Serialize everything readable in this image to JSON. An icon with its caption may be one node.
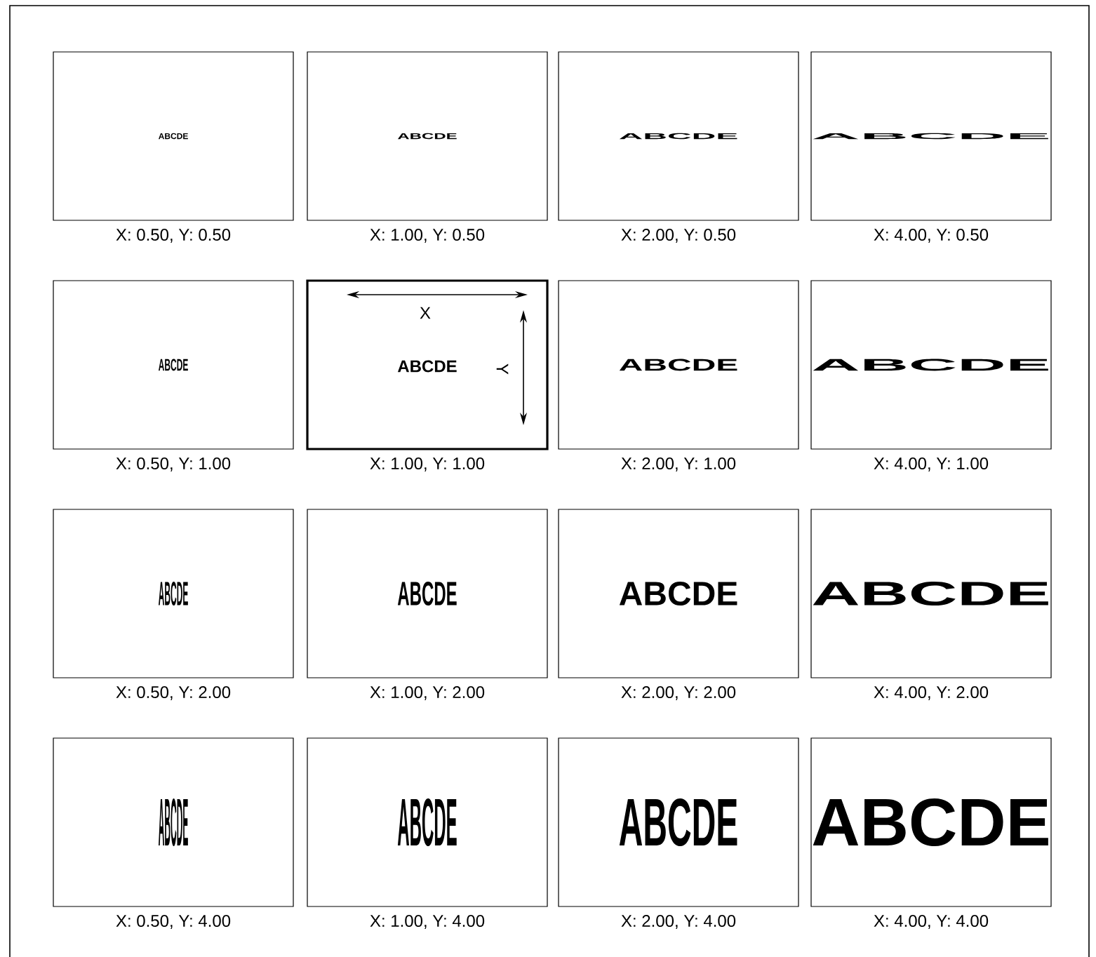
{
  "diagram": {
    "nodes": [
      {
        "text": [
          "ABCDE"
        ],
        "beside": [
          "X: 0.50, Y: 0.50"
        ]
      },
      {
        "text": [
          "ABCDE"
        ],
        "beside": [
          "X: 1.00, Y: 0.50"
        ]
      },
      {
        "text": [
          "ABCDE"
        ],
        "beside": [
          "X: 2.00, Y: 0.50"
        ]
      },
      {
        "text": [
          "ABCDE"
        ],
        "beside": [
          "X: 4.00, Y: 0.50"
        ]
      },
      {
        "text": [
          "ABCDE"
        ],
        "beside": [
          "X: 0.50, Y: 1.00"
        ]
      },
      {
        "text": [
          "X",
          "ABCDE",
          "Y"
        ],
        "beside": [
          "X: 1.00, Y: 1.00"
        ]
      },
      {
        "text": [
          "ABCDE"
        ],
        "beside": [
          "X: 2.00, Y: 1.00"
        ]
      },
      {
        "text": [
          "ABCDE"
        ],
        "beside": [
          "X: 4.00, Y: 1.00"
        ]
      },
      {
        "text": [
          "ABCDE"
        ],
        "beside": [
          "X: 0.50, Y: 2.00"
        ]
      },
      {
        "text": [
          "ABCDE"
        ],
        "beside": [
          "X: 1.00, Y: 2.00"
        ]
      },
      {
        "text": [
          "ABCDE"
        ],
        "beside": [
          "X: 2.00, Y: 2.00"
        ]
      },
      {
        "text": [
          "ABCDE"
        ],
        "beside": [
          "X: 4.00, Y: 2.00"
        ]
      },
      {
        "text": [
          "ABCDE"
        ],
        "beside": [
          "X: 0.50, Y: 4.00"
        ]
      },
      {
        "text": [
          "ABCDE"
        ],
        "beside": [
          "X: 1.00, Y: 4.00"
        ]
      },
      {
        "text": [
          "ABCDE"
        ],
        "beside": [
          "X: 2.00, Y: 4.00"
        ]
      },
      {
        "text": [
          "ABCDE"
        ],
        "beside": [
          "X: 4.00, Y: 4.00"
        ]
      }
    ]
  }
}
